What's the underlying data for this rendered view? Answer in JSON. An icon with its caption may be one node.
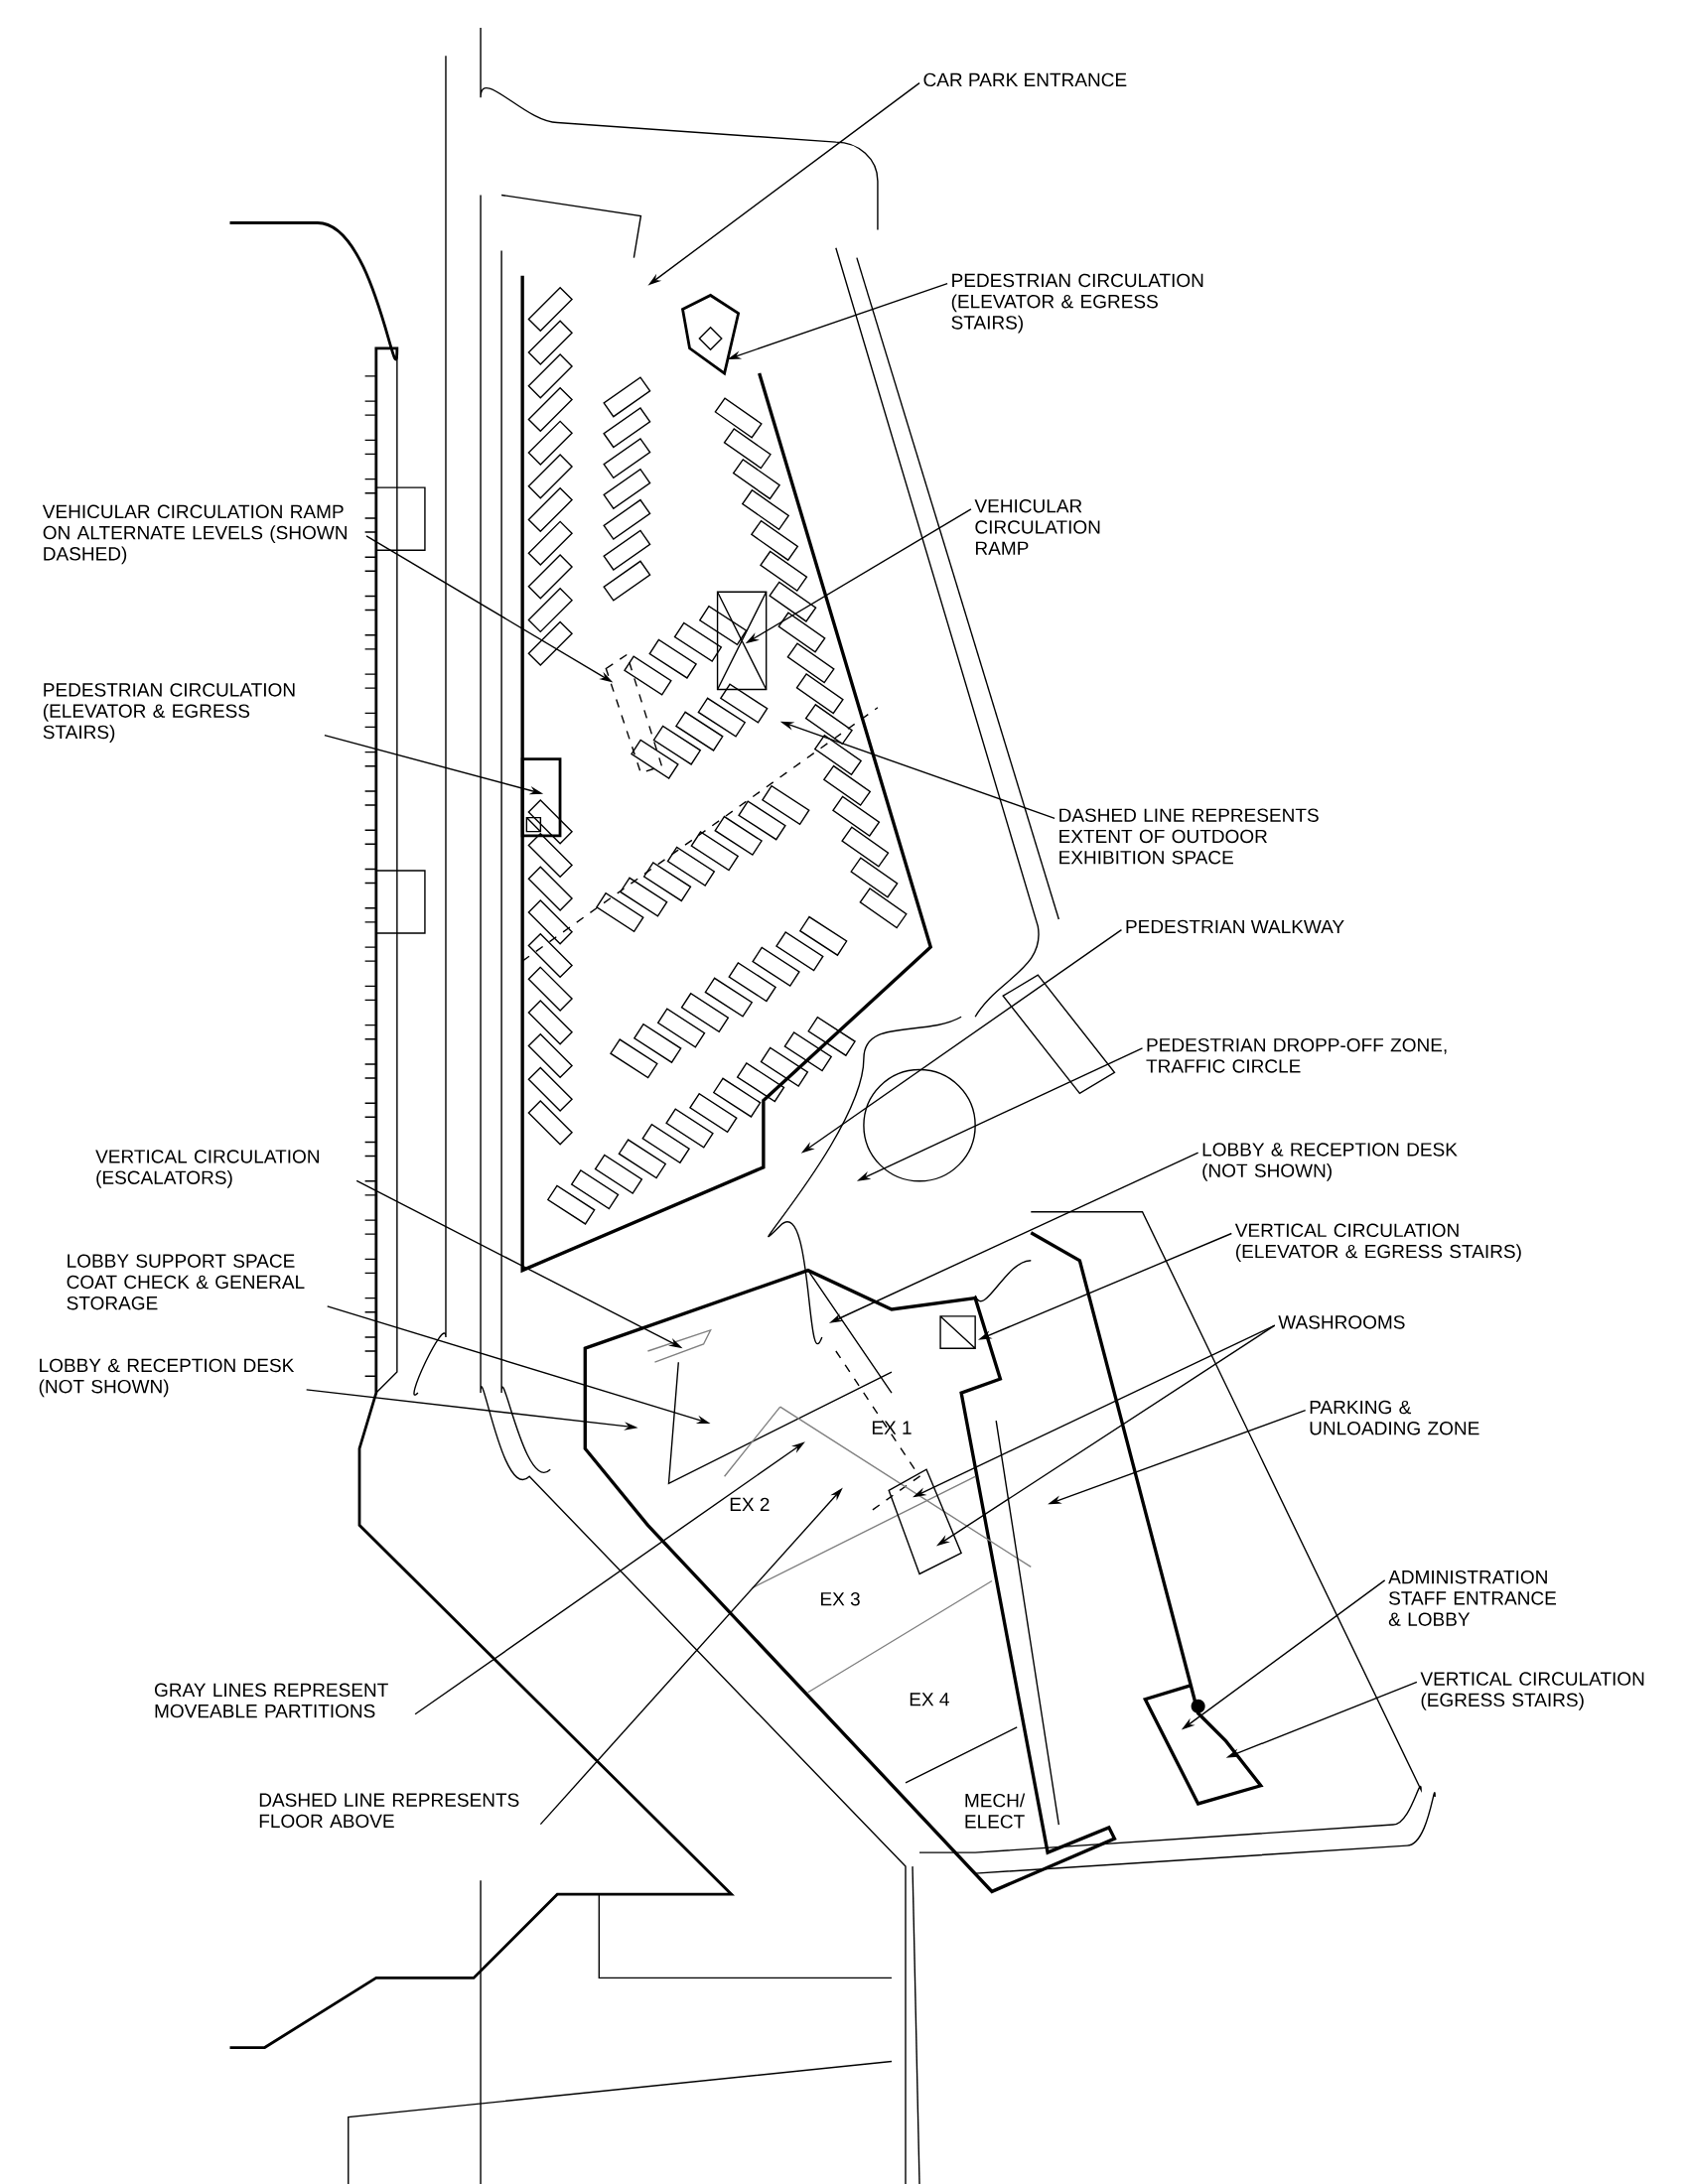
{
  "diagram": {
    "nodes": [
      {
        "text": [
          "CAR PARK ENTRANCE"
        ]
      },
      {
        "text": [
          "PEDESTRIAN CIRCULATION (ELEVATOR & EGRESS STAIRS)"
        ]
      },
      {
        "text": [
          "VEHICULAR CIRCULATION RAMP"
        ]
      },
      {
        "text": [
          "VEHICULAR CIRCULATION RAMP ON ALTERNATE LEVELS (SHOWN DASHED)"
        ]
      },
      {
        "text": [
          "PEDESTRIAN CIRCULATION (ELEVATOR & EGRESS STAIRS)"
        ]
      },
      {
        "text": [
          "DASHED LINE REPRESENTS EXTENT OF OUTDOOR EXHIBITION SPACE"
        ]
      },
      {
        "text": [
          "PEDESTRIAN WALKWAY"
        ]
      },
      {
        "text": [
          "PEDESTRIAN DROPP-OFF ZONE, TRAFFIC CIRCLE"
        ]
      },
      {
        "text": [
          "VERTICAL CIRCULATION (ESCALATORS)"
        ]
      },
      {
        "text": [
          "LOBBY & RECEPTION DESK (NOT SHOWN)"
        ]
      },
      {
        "text": [
          "VERTICAL CIRCULATION (ELEVATOR & EGRESS STAIRS)"
        ]
      },
      {
        "text": [
          "LOBBY SUPPORT SPACE COAT CHECK & GENERAL STORAGE"
        ]
      },
      {
        "text": [
          "WASHROOMS"
        ]
      },
      {
        "text": [
          "LOBBY & RECEPTION DESK (NOT SHOWN)"
        ]
      },
      {
        "text": [
          "PARKING & UNLOADING ZONE"
        ]
      },
      {
        "text": [
          "ADMINISTRATION STAFF ENTRANCE & LOBBY"
        ]
      },
      {
        "text": [
          "VERTICAL CIRCULATION (EGRESS STAIRS)"
        ]
      },
      {
        "text": [
          "GRAY LINES REPRESENT MOVEABLE PARTITIONS"
        ]
      },
      {
        "text": [
          "DASHED LINE REPRESENTS FLOOR ABOVE"
        ]
      }
    ],
    "edges": [
      {
        "from": 0,
        "to": null,
        "arrow": "to"
      },
      {
        "from": 1,
        "to": null,
        "arrow": "to"
      },
      {
        "from": 2,
        "to": null,
        "arrow": "to"
      },
      {
        "from": 3,
        "to": null,
        "arrow": "to"
      },
      {
        "from": 4,
        "to": null,
        "arrow": "to"
      },
      {
        "from": 5,
        "to": null,
        "arrow": "to"
      },
      {
        "from": 6,
        "to": null,
        "arrow": "to"
      },
      {
        "from": 7,
        "to": null,
        "arrow": "to"
      },
      {
        "from": 8,
        "to": null,
        "arrow": "to"
      },
      {
        "from": 9,
        "to": null,
        "arrow": "to"
      },
      {
        "from": 10,
        "to": null,
        "arrow": "to"
      },
      {
        "from": 11,
        "to": null,
        "arrow": "to"
      },
      {
        "from": 12,
        "to": null,
        "arrow": "to"
      },
      {
        "from": 12,
        "to": null,
        "arrow": "to"
      },
      {
        "from": 13,
        "to": null,
        "arrow": "to"
      },
      {
        "from": 14,
        "to": null,
        "arrow": "to"
      },
      {
        "from": 15,
        "to": null,
        "arrow": "to"
      },
      {
        "from": 16,
        "to": null,
        "arrow": "to"
      },
      {
        "from": 17,
        "to": null,
        "arrow": "to"
      },
      {
        "from": 18,
        "to": null,
        "arrow": "to"
      }
    ],
    "labels": [
      "EX 1",
      "EX 2",
      "EX 3",
      "EX 4",
      "MECH/ ELECT"
    ]
  }
}
